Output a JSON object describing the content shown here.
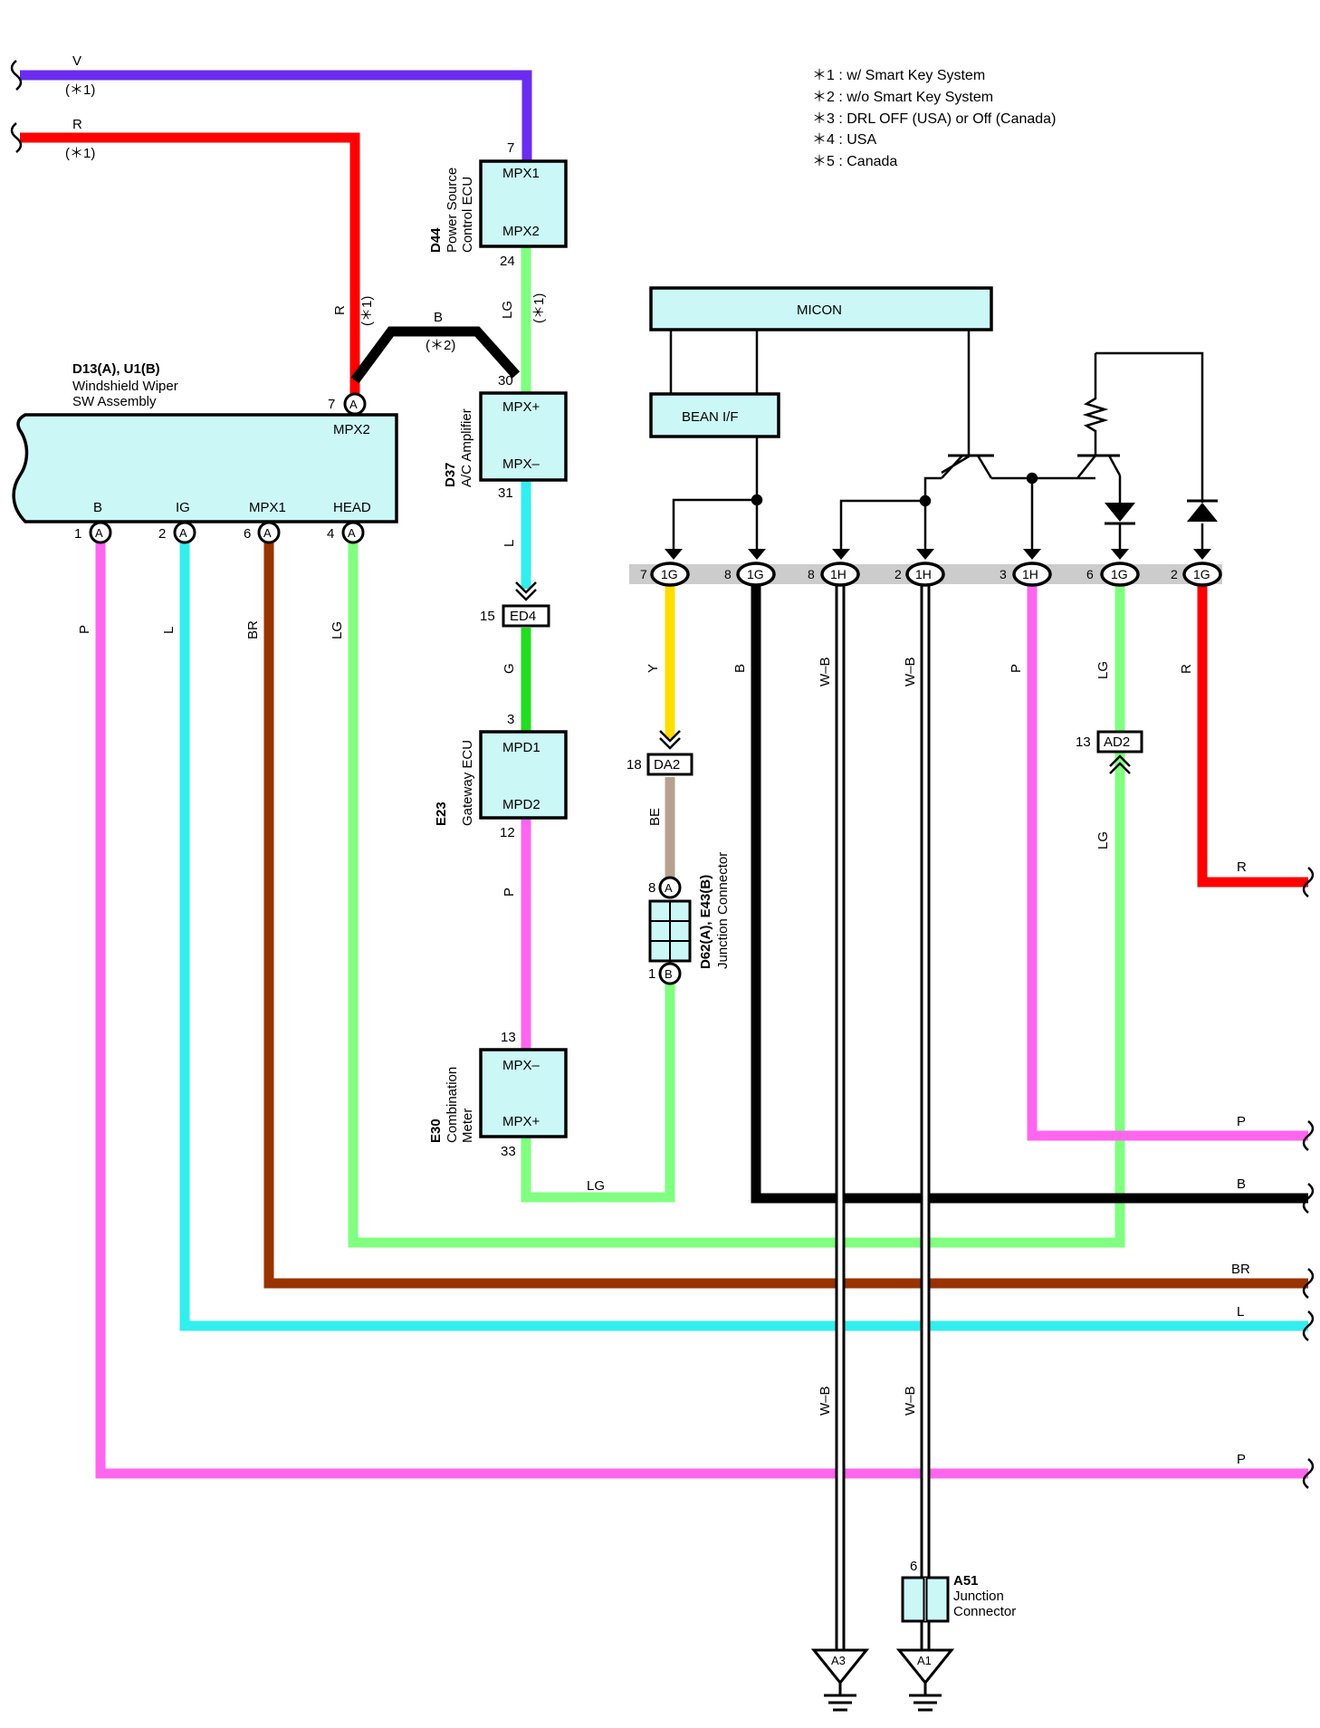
{
  "notes": [
    "＊1 : w/ Smart Key System",
    "＊2 : w/o Smart Key System",
    "＊3 : DRL OFF (USA) or Off (Canada)",
    "＊4 : USA",
    "＊5 : Canada"
  ],
  "wire_colors": {
    "V": "#6a2cf0",
    "R": "#ff0000",
    "B": "#000000",
    "LG": "#80ff80",
    "L": "#33eeee",
    "G": "#22dd22",
    "P": "#ff66ee",
    "BR": "#993300",
    "Y": "#ffdd00",
    "BE": "#b8a090",
    "W-B": "#ffffff"
  },
  "components": {
    "d44": {
      "code": "D44",
      "name1": "Power Source",
      "name2": "Control ECU",
      "pin_top": "MPX1",
      "pin_bottom": "MPX2",
      "num_top": "7",
      "num_bottom": "24"
    },
    "d37": {
      "code": "D37",
      "name1": "A/C Amplifier",
      "pin_top": "MPX+",
      "pin_bottom": "MPX–",
      "num_top": "30",
      "num_bottom": "31"
    },
    "e23": {
      "code": "E23",
      "name1": "Gateway ECU",
      "pin_top": "MPD1",
      "pin_bottom": "MPD2",
      "num_top": "3",
      "num_bottom": "12"
    },
    "e30": {
      "code": "E30",
      "name1": "Combination",
      "name2": "Meter",
      "pin_top": "MPX–",
      "pin_bottom": "MPX+",
      "num_top": "13",
      "num_bottom": "33"
    },
    "d13": {
      "code": "D13(A), U1(B)",
      "name1": "Windshield Wiper",
      "name2": "SW Assembly",
      "top_pin": "MPX2",
      "top_num": "7",
      "pins": [
        {
          "label": "B",
          "num": "1"
        },
        {
          "label": "IG",
          "num": "2"
        },
        {
          "label": "MPX1",
          "num": "6"
        },
        {
          "label": "HEAD",
          "num": "4"
        }
      ],
      "conn": "A"
    },
    "d62": {
      "code": "D62(A), E43(B)",
      "name1": "Junction Connector",
      "num_a": "8",
      "num_b": "1",
      "conn_a": "A",
      "conn_b": "B"
    },
    "a51": {
      "code": "A51",
      "name1": "Junction",
      "name2": "Connector",
      "num": "6"
    },
    "micon": {
      "label": "MICON"
    },
    "bean": {
      "label": "BEAN I/F"
    }
  },
  "connectors": {
    "ed4": {
      "label": "ED4",
      "num": "15"
    },
    "da2": {
      "label": "DA2",
      "num": "18"
    },
    "ad2": {
      "label": "AD2",
      "num": "13"
    }
  },
  "bus_pins": [
    {
      "num": "7",
      "conn": "1G"
    },
    {
      "num": "8",
      "conn": "1G"
    },
    {
      "num": "8",
      "conn": "1H"
    },
    {
      "num": "2",
      "conn": "1H"
    },
    {
      "num": "3",
      "conn": "1H"
    },
    {
      "num": "6",
      "conn": "1G"
    },
    {
      "num": "2",
      "conn": "1G"
    }
  ],
  "grounds": [
    {
      "label": "A3"
    },
    {
      "label": "A1"
    }
  ],
  "wire_labels": {
    "v_top": "V",
    "v_note": "(＊1)",
    "r_top": "R",
    "r_note": "(＊1)",
    "r_vert": "R",
    "r_vert_note": "(＊1)",
    "b_jumper": "B",
    "b_jumper_note": "(＊2)",
    "lg_d44": "LG",
    "lg_d44_note": "(＊1)",
    "l_d37": "L",
    "g_e23": "G",
    "p_e23": "P",
    "lg_bottom": "LG",
    "y": "Y",
    "be": "BE",
    "b_bus": "B",
    "wb1": "W–B",
    "wb2": "W–B",
    "p_bus": "P",
    "lg_bus": "LG",
    "lg_ad2": "LG",
    "r_bus": "R",
    "p_left": "P",
    "l_left": "L",
    "br_left": "BR",
    "lg_left": "LG",
    "r_right": "R",
    "p_right1": "P",
    "b_right": "B",
    "br_right": "BR",
    "l_right": "L",
    "p_right2": "P",
    "wb3": "W–B",
    "wb4": "W–B"
  }
}
